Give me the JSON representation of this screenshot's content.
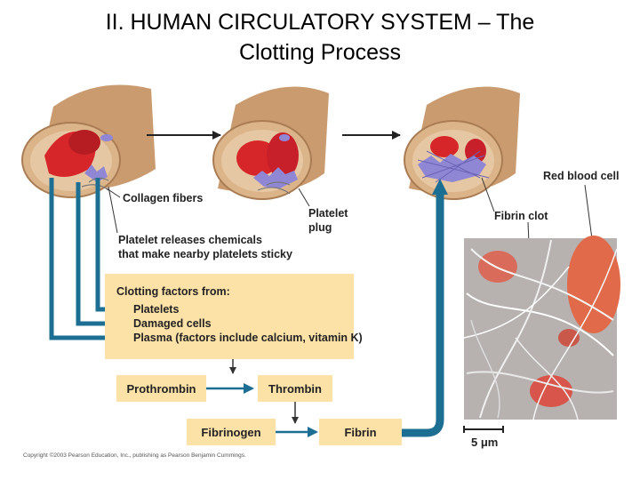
{
  "title": {
    "line1": "II.  HUMAN CIRCULATORY SYSTEM – The",
    "line2": "Clotting Process"
  },
  "labels": {
    "collagen_fibers": "Collagen fibers",
    "platelet_plug_line1": "Platelet",
    "platelet_plug_line2": "plug",
    "platelet_releases_line1": "Platelet releases chemicals",
    "platelet_releases_line2": "that make nearby platelets sticky",
    "red_blood_cell": "Red blood cell",
    "fibrin_clot": "Fibrin clot"
  },
  "clotting_factors": {
    "heading": "Clotting factors from:",
    "items": [
      "Platelets",
      "Damaged cells",
      "Plasma (factors include calcium, vitamin K)"
    ]
  },
  "cascade": {
    "prothrombin": "Prothrombin",
    "thrombin": "Thrombin",
    "fibrinogen": "Fibrinogen",
    "fibrin": "Fibrin"
  },
  "micrograph": {
    "scale_label": "5 μm"
  },
  "copyright": "Copyright ©2003 Pearson Education, Inc., publishing as Pearson Benjamin Cummings.",
  "colors": {
    "vessel": "#dcb48a",
    "vessel_dark": "#b98d63",
    "red_cell": "#d7262a",
    "platelet": "#8f86d4",
    "arrow_blue": "#1c6f92",
    "box_fill": "#fde2a8"
  }
}
